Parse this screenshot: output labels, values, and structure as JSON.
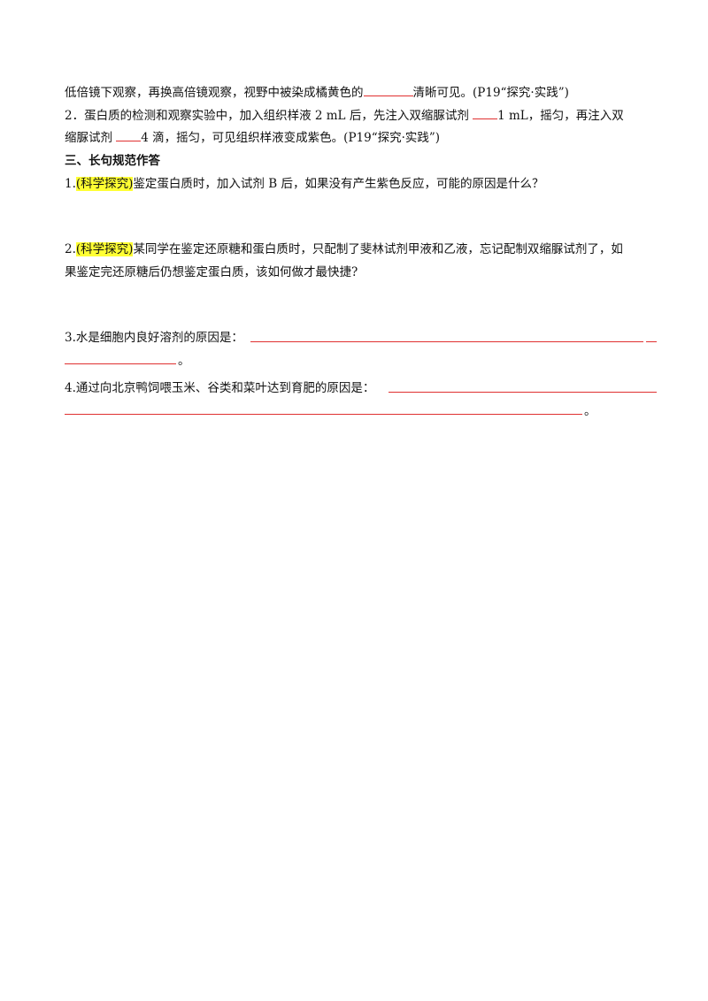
{
  "section2": {
    "p1_text_a": "低倍镜下观察，再换高倍镜观察，视野中被染成橘黄色的",
    "p1_text_b": "清晰可见。(P19“探究·实践”)",
    "q2_line1_a": "2．蛋白质的检测和观察实验中，加入组织样液 2 mL 后，先注入双缩脲试剂 ",
    "q2_line1_b": "1 mL，摇匀，再注入双",
    "q2_line2_a": "缩脲试剂 ",
    "q2_line2_b": "4 滴，摇匀，可见组织样液变成紫色。(P19“探究·实践”)"
  },
  "section3": {
    "heading": "三、长句规范作答",
    "q1_num": "1.",
    "q1_tag": "(科学探究)",
    "q1_text": "鉴定蛋白质时，加入试剂 B 后，如果没有产生紫色反应，可能的原因是什么？",
    "q2_num": "2.",
    "q2_tag": "(科学探究)",
    "q2_text_a": "某同学在鉴定还原糖和蛋白质时，只配制了斐林试剂甲液和乙液，忘记配制双缩脲试剂了，如",
    "q2_text_b": "果鉴定完还原糖后仍想鉴定蛋白质，该如何做才最快捷?",
    "q3_text": "3.水是细胞内良好溶剂的原因是：",
    "q3_end": "。",
    "q4_text": "4.通过向北京鸭饲喂玉米、谷类和菜叶达到育肥的原因是：",
    "q4_end": "。"
  }
}
